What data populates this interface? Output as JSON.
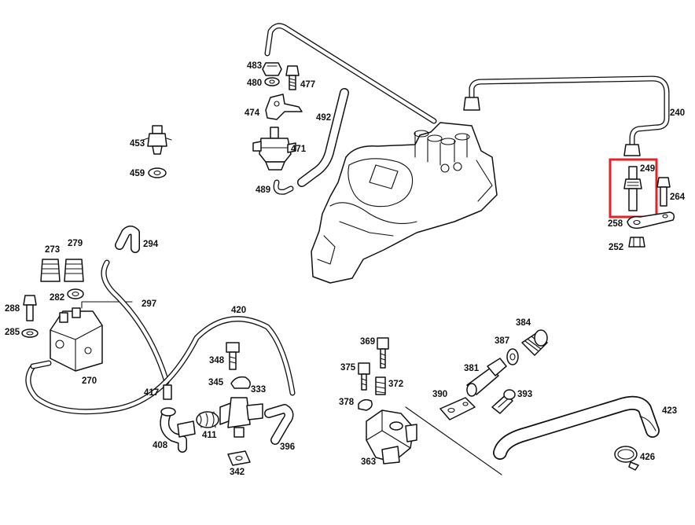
{
  "diagram": {
    "highlight_color": "#e0242a",
    "highlighted_part": "249",
    "labels": [
      "483",
      "480",
      "477",
      "474",
      "492",
      "471",
      "453",
      "459",
      "489",
      "240",
      "249",
      "264",
      "258",
      "252",
      "273",
      "279",
      "294",
      "282",
      "288",
      "297",
      "285",
      "270",
      "420",
      "384",
      "369",
      "387",
      "348",
      "375",
      "381",
      "345",
      "333",
      "372",
      "390",
      "393",
      "417",
      "378",
      "423",
      "411",
      "408",
      "363",
      "396",
      "426",
      "342"
    ]
  }
}
